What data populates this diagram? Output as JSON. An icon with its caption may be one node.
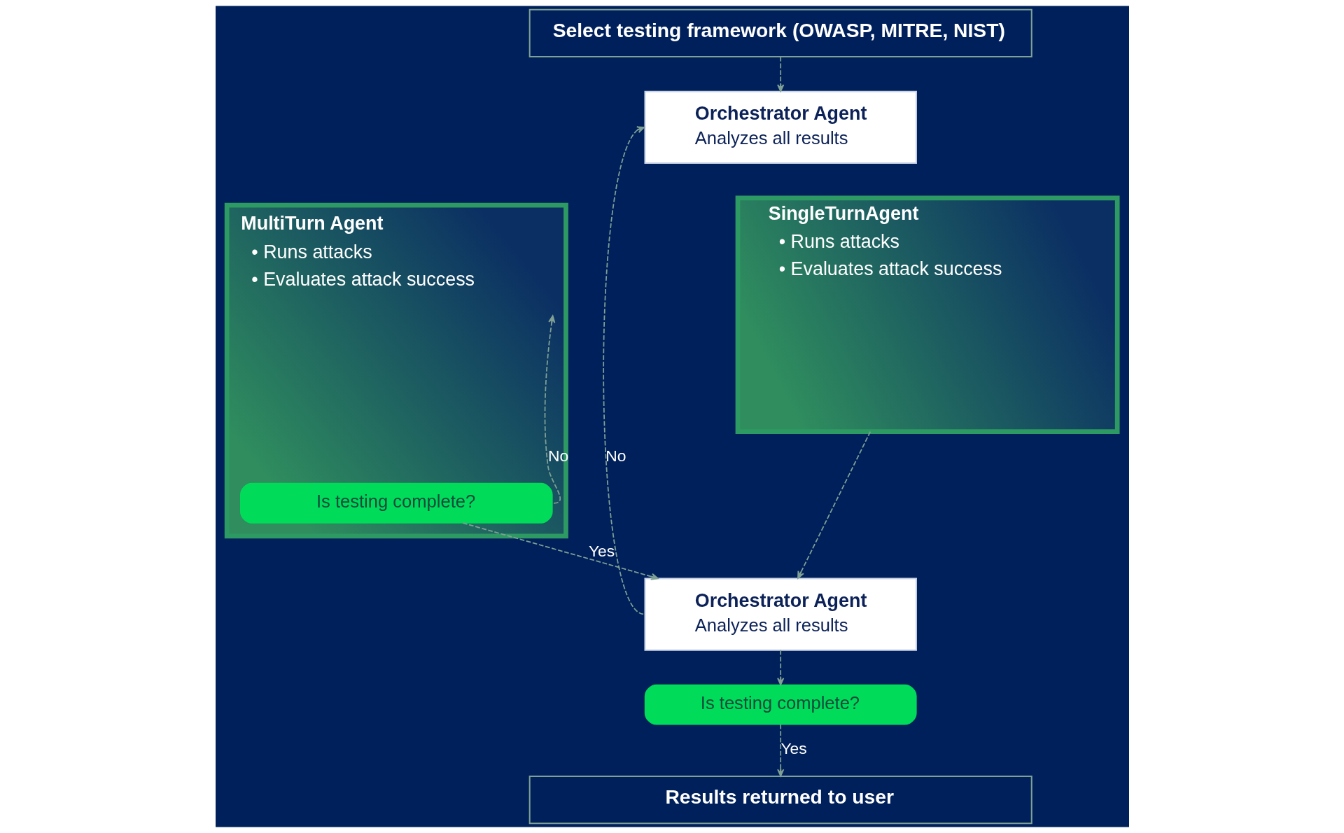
{
  "diagram": {
    "nodes": [
      {
        "text": [
          "Select testing framework (OWASP, MITRE, NIST)"
        ]
      },
      {
        "text": [
          "Orchestrator Agent",
          "Analyzes all results"
        ]
      },
      {
        "text": [
          "SingleTurnAgent",
          "• Runs attacks",
          "• Evaluates attack success"
        ]
      },
      {
        "text": [
          "MultiTurn Agent",
          "• Runs attacks",
          "• Evaluates attack success"
        ]
      },
      {
        "text": [
          "Is testing complete?"
        ],
        "in": 3
      },
      {
        "text": [
          "Orchestrator Agent",
          "Analyzes all results"
        ]
      },
      {
        "text": [
          "Is testing complete?"
        ]
      },
      {
        "text": [
          "Results returned to user"
        ]
      }
    ],
    "edges": [
      {
        "from": 0,
        "to": 1,
        "arrow": "to",
        "style": "dashed"
      },
      {
        "from": 4,
        "to": 3,
        "arrow": "to",
        "label": "No",
        "style": "dashed"
      },
      {
        "from": 2,
        "to": 5,
        "arrow": "to",
        "style": "dashed"
      },
      {
        "from": 4,
        "to": 5,
        "arrow": "to",
        "label": "Yes",
        "style": "dashed"
      },
      {
        "from": 5,
        "to": 1,
        "arrow": "to",
        "label": "No",
        "style": "dashed"
      },
      {
        "from": 5,
        "to": 6,
        "arrow": "to",
        "style": "dashed"
      },
      {
        "from": 6,
        "to": 7,
        "arrow": "to",
        "label": "Yes",
        "style": "dashed"
      }
    ]
  }
}
